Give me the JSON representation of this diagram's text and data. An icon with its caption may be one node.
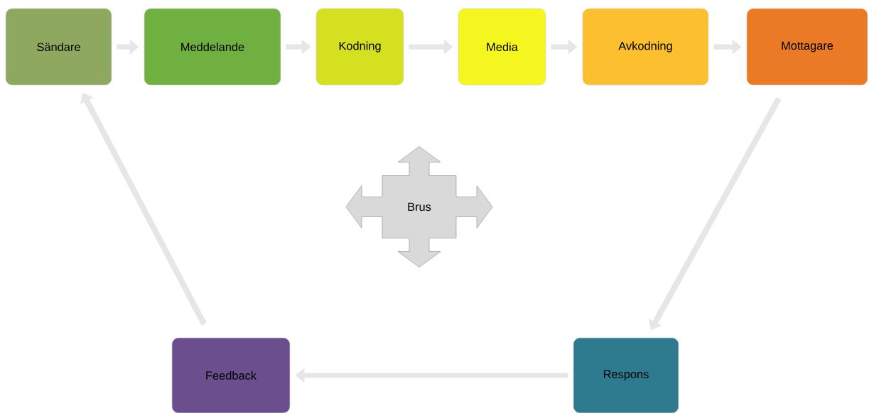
{
  "diagram": {
    "nodes": [
      {
        "text": [
          "Sändare"
        ]
      },
      {
        "text": [
          "Meddelande"
        ]
      },
      {
        "text": [
          "Kodning"
        ]
      },
      {
        "text": [
          "Media"
        ]
      },
      {
        "text": [
          "Avkodning"
        ]
      },
      {
        "text": [
          "Mottagare"
        ]
      },
      {
        "text": [
          "Respons"
        ]
      },
      {
        "text": [
          "Feedback"
        ]
      },
      {
        "text": [
          "Brus"
        ]
      }
    ],
    "edges": [
      {
        "from": 0,
        "to": 1,
        "arrow": "to"
      },
      {
        "from": 1,
        "to": 2,
        "arrow": "to"
      },
      {
        "from": 2,
        "to": 3,
        "arrow": "to"
      },
      {
        "from": 3,
        "to": 4,
        "arrow": "to"
      },
      {
        "from": 4,
        "to": 5,
        "arrow": "to"
      },
      {
        "from": 5,
        "to": 6,
        "arrow": "to"
      },
      {
        "from": 6,
        "to": 7,
        "arrow": "to"
      },
      {
        "from": 7,
        "to": 0,
        "arrow": "to"
      }
    ]
  }
}
